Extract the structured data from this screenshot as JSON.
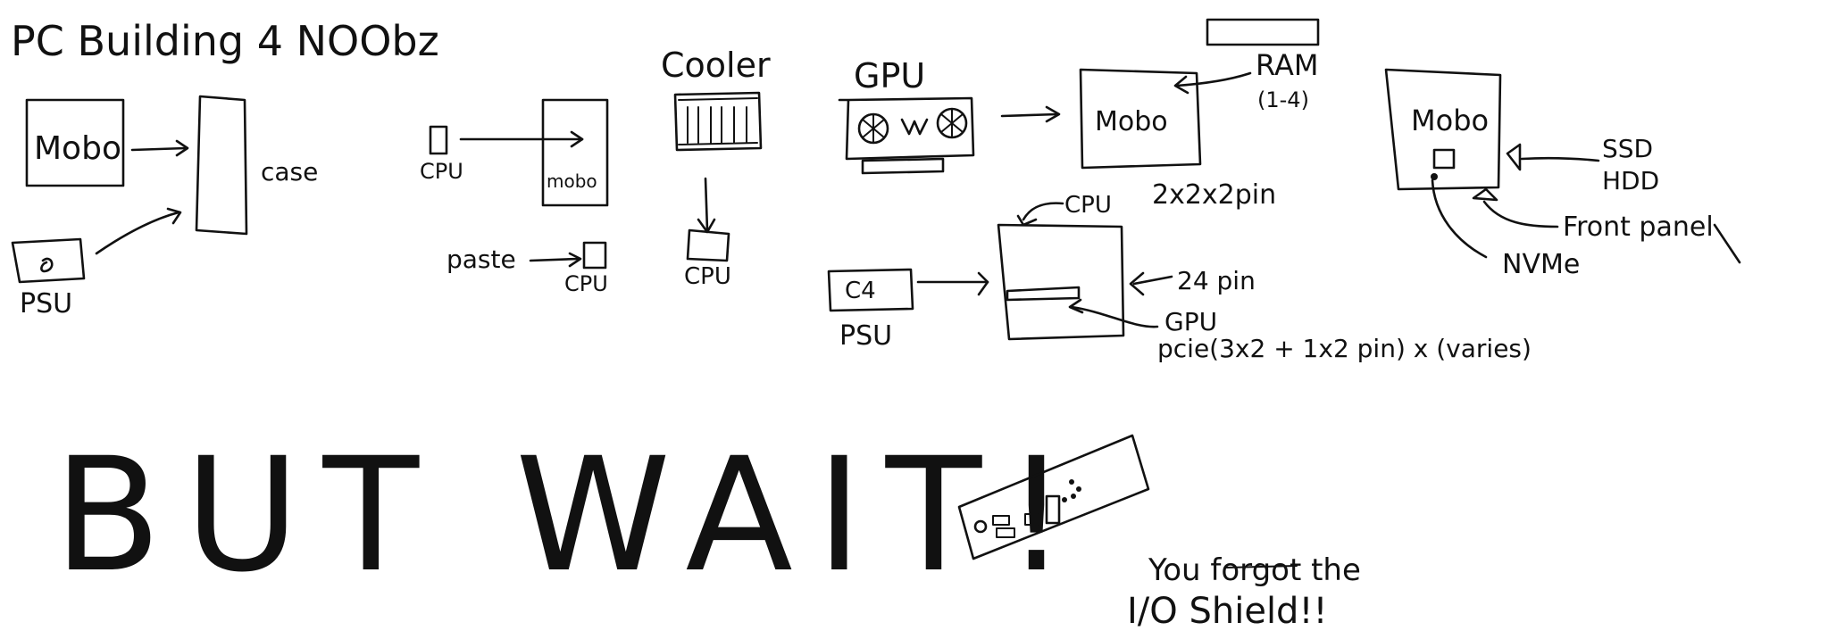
{
  "title": "PC Building 4 NOObz",
  "step1": {
    "mobo": "Mobo",
    "psu": "PSU",
    "case": "case"
  },
  "step2": {
    "cpu": "CPU",
    "mobo": "mobo",
    "paste": "paste",
    "cpu2": "CPU"
  },
  "step3": {
    "cooler": "Cooler",
    "cpu": "CPU"
  },
  "step4": {
    "gpu": "GPU",
    "mobo": "Mobo",
    "ram": "RAM",
    "ram_count": "(1-4)"
  },
  "step5": {
    "psu_box": "C4",
    "psu": "PSU",
    "cpu_conn": "CPU",
    "cpu_pins": "2x2x2pin",
    "mobo_conn": "24 pin",
    "gpu_conn": "GPU",
    "pcie": "pcie(3x2 + 1x2 pin) x (varies)"
  },
  "step6": {
    "mobo": "Mobo",
    "ssd": "SSD",
    "hdd": "HDD",
    "front_panel": "Front panel",
    "nvme": "NVMe"
  },
  "bottom": {
    "but_wait": "BUT WAIT!",
    "forgot": "You forgot the",
    "io_shield": "I/O Shield!!"
  }
}
